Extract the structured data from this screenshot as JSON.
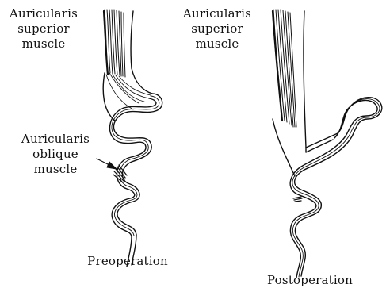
{
  "diagram": {
    "preoperation": {
      "superior_label": [
        "Auricularis",
        "superior",
        "muscle"
      ],
      "oblique_label": [
        "Auricularis",
        "oblique",
        "muscle"
      ],
      "caption": "Preoperation"
    },
    "postoperation": {
      "superior_label": [
        "Auricularis",
        "superior",
        "muscle"
      ],
      "caption": "Postoperation"
    },
    "colors": {
      "ink": "#111111",
      "background": "#ffffff"
    }
  }
}
